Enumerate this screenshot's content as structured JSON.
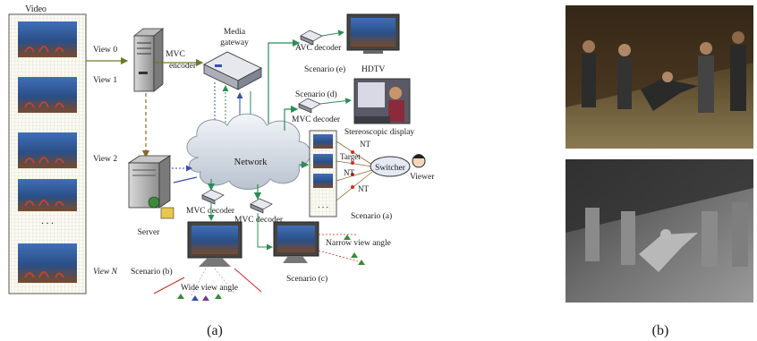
{
  "panel_a": {
    "caption": "(a)",
    "video_title": "Video",
    "views": [
      "View 0",
      "View 1",
      "View 2",
      "View N"
    ],
    "ellipsis": ". . .",
    "encoder": "MVC\nencoder",
    "media_gateway": "Media\ngateway",
    "avc_decoder": "AVC decoder",
    "scenario_e": "Scenario (e)",
    "hdtv": "HDTV",
    "scenario_d": "Scenario (d)",
    "mvc_decoder_d": "MVC decoder",
    "stereoscopic_display": "Stereoscopic display",
    "network": "Network",
    "nt_top": "NT",
    "target": "Target",
    "nt_mid": "NT",
    "nt_bot": "NT",
    "switcher": "Switcher",
    "viewer": "Viewer",
    "stack_dots": ". . .",
    "scenario_a": "Scenario (a)",
    "server": "Server",
    "mvc_decoder_b": "MVC decoder",
    "mvc_decoder_c": "MVC decoder",
    "scenario_b": "Scenario (b)",
    "wide_view": "Wide view angle",
    "scenario_c": "Scenario (c)",
    "narrow_view": "Narrow view angle"
  },
  "panel_b": {
    "caption": "(b)"
  },
  "colors": {
    "video_link": "#6b7a2a",
    "dashed_link": "#8a6a2a",
    "net_link": "#2e8b57",
    "blue_link": "#3a4fa8",
    "view_angle": "#d62828"
  }
}
